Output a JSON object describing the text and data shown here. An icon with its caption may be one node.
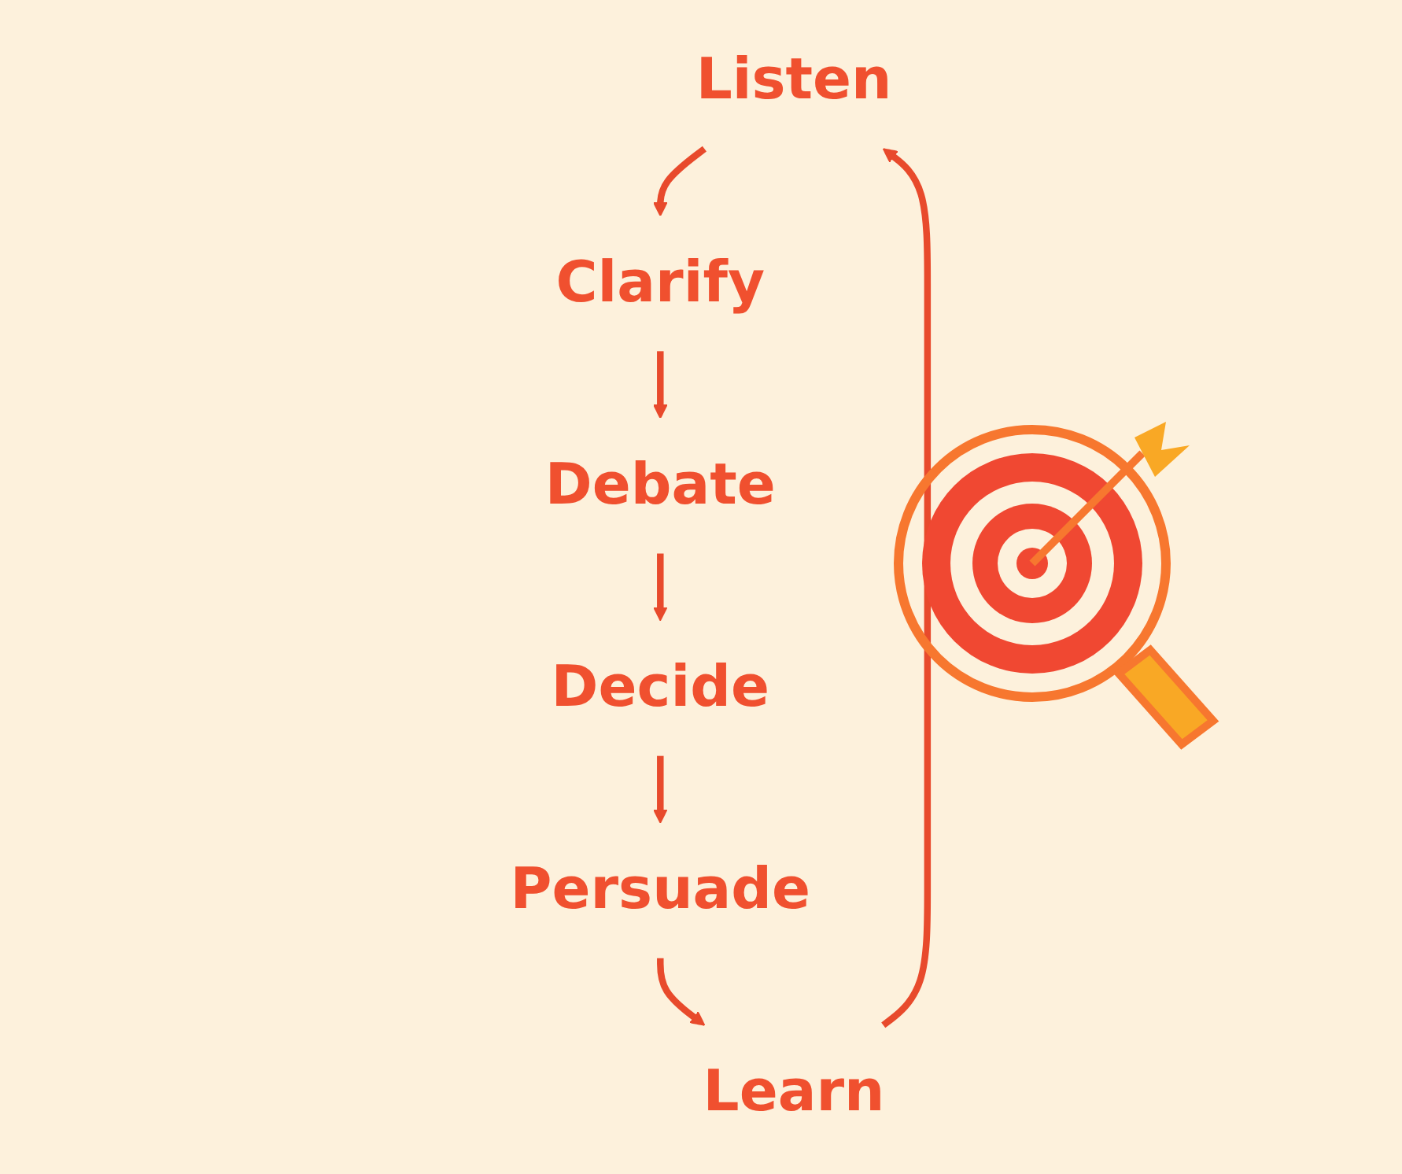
{
  "diagram": {
    "nodes": [
      {
        "text": [
          "Listen"
        ]
      },
      {
        "text": [
          "Clarify"
        ]
      },
      {
        "text": [
          "Debate"
        ]
      },
      {
        "text": [
          "Decide"
        ]
      },
      {
        "text": [
          "Persuade"
        ]
      },
      {
        "text": [
          "Learn"
        ]
      }
    ],
    "edges": [
      {
        "from": 0,
        "to": 1,
        "arrow": "to"
      },
      {
        "from": 1,
        "to": 2,
        "arrow": "to"
      },
      {
        "from": 2,
        "to": 3,
        "arrow": "to"
      },
      {
        "from": 3,
        "to": 4,
        "arrow": "to"
      },
      {
        "from": 4,
        "to": 5,
        "arrow": "to"
      },
      {
        "from": 5,
        "to": 0,
        "arrow": "to"
      }
    ]
  }
}
